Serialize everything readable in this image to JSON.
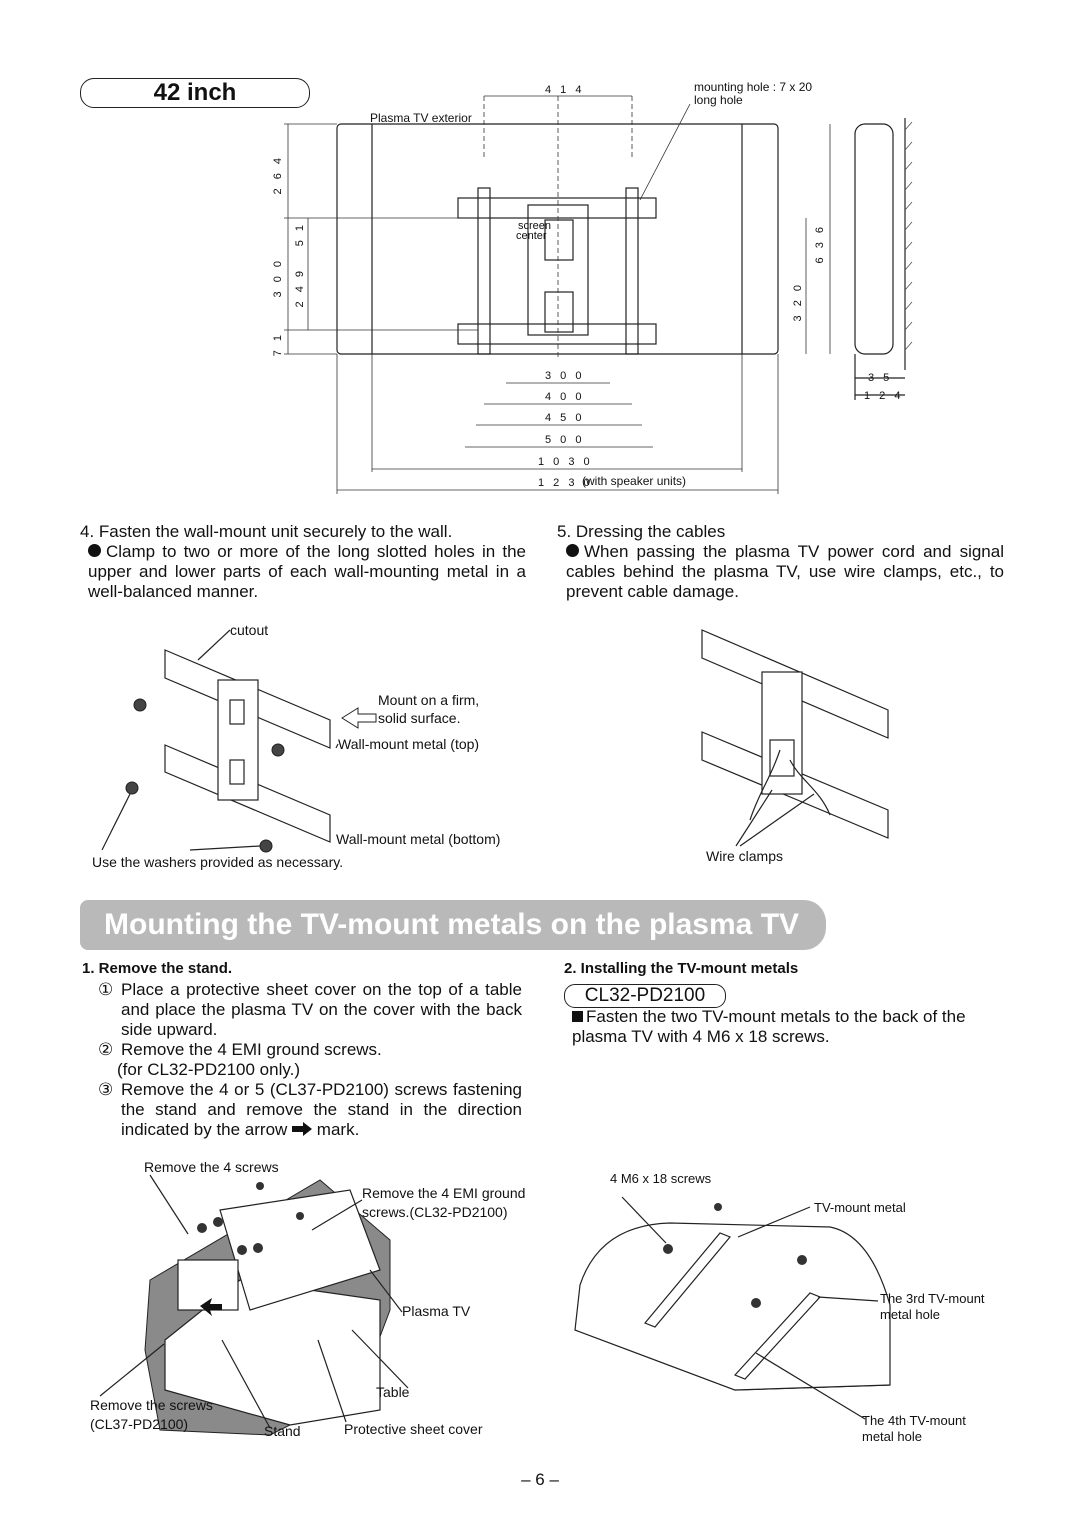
{
  "size_badge": "42 inch",
  "top_diagram": {
    "mounting_hole_note": "mounting hole : 7 x 20",
    "mounting_hole_note2": "long hole",
    "exterior_label": "Plasma TV exterior",
    "screen_center_label1": "screen",
    "screen_center_label2": "center",
    "dims": {
      "d414": "4 1 4",
      "d264": "2 6 4",
      "d51": "5 1",
      "d300v": "3 0 0",
      "d249": "2 4 9",
      "d71": "7 1",
      "d636": "6 3 6",
      "d320": "3 2 0",
      "d35": "3 5",
      "d124": "1 2 4",
      "d300": "3 0 0",
      "d400": "4 0 0",
      "d450": "4 5 0",
      "d500": "5 0 0",
      "d1030": "1 0 3 0",
      "d1230": "1 2 3 0",
      "d1230_note": "(with speaker units)"
    }
  },
  "step4": {
    "heading": "4. Fasten the wall-mount unit securely to the wall.",
    "bullet": "Clamp to two or more of the long slotted holes in the upper and lower parts of each wall-mounting metal in a well-balanced manner.",
    "fig": {
      "cutout": "cutout",
      "mount_note1": "Mount on a firm,",
      "mount_note2": "solid surface.",
      "top_metal": "Wall-mount metal (top)",
      "bottom_metal": "Wall-mount metal (bottom)",
      "washers": "Use the washers provided as necessary."
    }
  },
  "step5": {
    "heading": "5. Dressing the cables",
    "bullet": "When passing the plasma TV power cord and signal cables behind the plasma TV, use wire clamps, etc., to prevent cable damage.",
    "fig": {
      "wire_clamps": "Wire clamps"
    }
  },
  "section_title": "Mounting the TV-mount metals on the plasma TV",
  "remove_stand": {
    "heading": "1. Remove the stand.",
    "s1_num": "①",
    "s1": "Place a protective sheet cover on the top of a table and place the plasma TV on the cover with the back side upward.",
    "s2_num": "②",
    "s2": "Remove the 4 EMI ground screws.",
    "s2b": "(for CL32-PD2100 only.)",
    "s3_num": "③",
    "s3": "Remove the 4 or 5 (CL37-PD2100) screws fastening the stand and remove the stand in the direction indicated by the arrow",
    "s3_end": "mark.",
    "fig": {
      "remove4": "Remove the 4 screws",
      "emi1": "Remove the 4 EMI ground",
      "emi2": "screws.(CL32-PD2100)",
      "plasma": "Plasma TV",
      "table": "Table",
      "remove_screws1": "Remove the screws",
      "remove_screws2": "(CL37-PD2100)",
      "stand": "Stand",
      "sheet": "Protective sheet cover"
    }
  },
  "install": {
    "heading": "2. Installing the TV-mount metals",
    "model": "CL32-PD2100",
    "text": "Fasten the two TV-mount metals to the back of the plasma TV with 4 M6 x 18 screws.",
    "fig": {
      "screws": "4 M6 x 18 screws",
      "metal": "TV-mount metal",
      "hole3a": "The 3rd TV-mount",
      "hole3b": "metal hole",
      "hole4a": "The 4th TV-mount",
      "hole4b": "metal hole"
    }
  },
  "page_number": "– 6 –"
}
